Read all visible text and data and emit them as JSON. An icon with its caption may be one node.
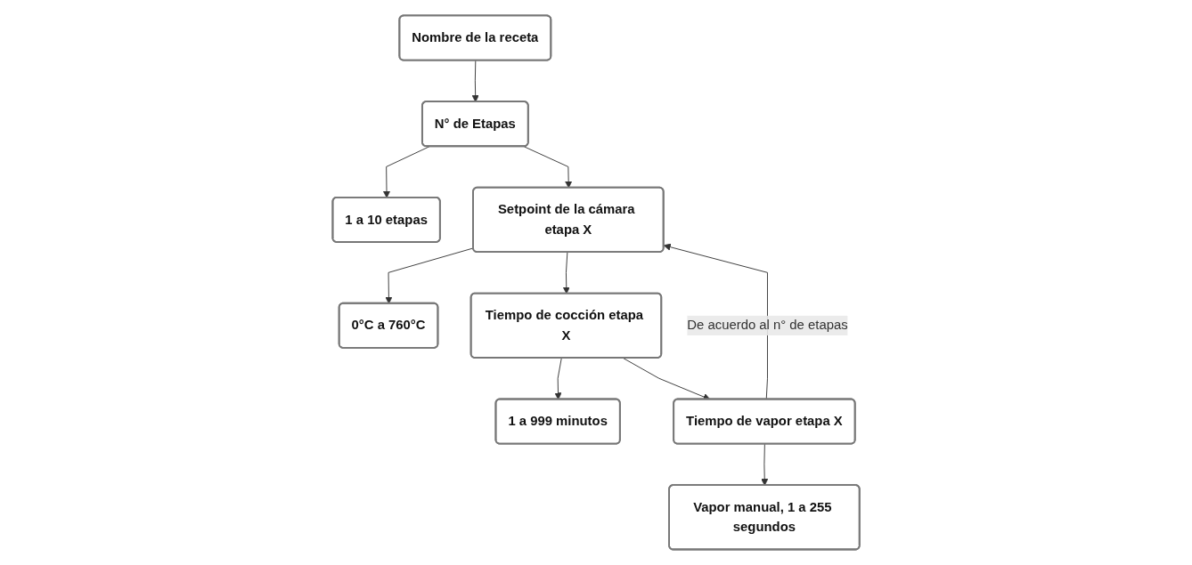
{
  "diagram": {
    "nodes": [
      {
        "text": [
          "Nombre de la receta"
        ]
      },
      {
        "text": [
          "N° de Etapas"
        ]
      },
      {
        "text": [
          "1 a 10 etapas"
        ]
      },
      {
        "text": [
          "Setpoint de la cámara etapa X"
        ]
      },
      {
        "text": [
          "0°C a 760°C"
        ]
      },
      {
        "text": [
          "Tiempo de cocción etapa X"
        ]
      },
      {
        "text": [
          "1 a 999 minutos"
        ]
      },
      {
        "text": [
          "Tiempo de vapor etapa X"
        ]
      },
      {
        "text": [
          "Vapor manual, 1 a 255 segundos"
        ]
      }
    ],
    "edges": [
      {
        "from": 0,
        "to": 1,
        "arrow": "to"
      },
      {
        "from": 1,
        "to": 2,
        "arrow": "to"
      },
      {
        "from": 1,
        "to": 3,
        "arrow": "to"
      },
      {
        "from": 3,
        "to": 4,
        "arrow": "to"
      },
      {
        "from": 3,
        "to": 5,
        "arrow": "to"
      },
      {
        "from": 5,
        "to": 6,
        "arrow": "to"
      },
      {
        "from": 5,
        "to": 7,
        "arrow": "to"
      },
      {
        "from": 7,
        "to": 8,
        "arrow": "to"
      },
      {
        "from": 7,
        "to": 3,
        "arrow": "to",
        "label": "De acuerdo al n° de etapas"
      }
    ]
  }
}
